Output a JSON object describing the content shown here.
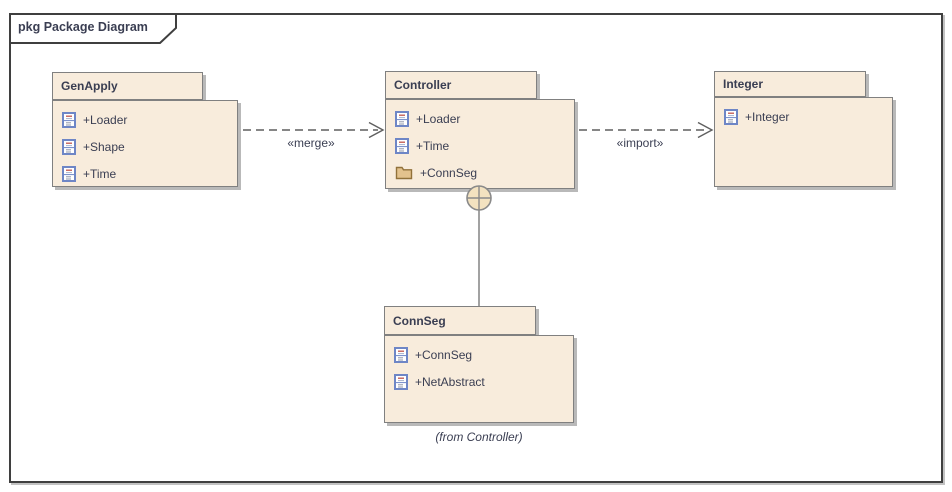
{
  "frame": {
    "label": "pkg Package Diagram"
  },
  "packages": {
    "genapply": {
      "name": "GenApply",
      "items": [
        {
          "icon": "class-icon",
          "label": "+Loader"
        },
        {
          "icon": "class-icon",
          "label": "+Shape"
        },
        {
          "icon": "class-icon",
          "label": "+Time"
        }
      ]
    },
    "controller": {
      "name": "Controller",
      "items": [
        {
          "icon": "class-icon",
          "label": "+Loader"
        },
        {
          "icon": "class-icon",
          "label": "+Time"
        },
        {
          "icon": "package-icon",
          "label": "+ConnSeg"
        }
      ]
    },
    "integer": {
      "name": "Integer",
      "items": [
        {
          "icon": "class-icon",
          "label": "+Integer"
        }
      ]
    },
    "connseg": {
      "name": "ConnSeg",
      "items": [
        {
          "icon": "class-icon",
          "label": "+ConnSeg"
        },
        {
          "icon": "class-icon",
          "label": "+NetAbstract"
        }
      ],
      "note": "(from Controller)"
    }
  },
  "connectors": {
    "merge": {
      "label": "«merge»",
      "style": "dashed-open-arrow"
    },
    "import": {
      "label": "«import»",
      "style": "dashed-open-arrow"
    },
    "containment": {
      "style": "solid-line-circle-plus"
    }
  },
  "colors": {
    "package_fill": "#f8ecdc",
    "package_border": "#808080",
    "shadow": "#b9b9b9",
    "frame_border": "#3f3f3f",
    "text": "#3a3e52",
    "connector": "#5f5f5f",
    "folder_fill": "#e3c28d",
    "folder_border": "#91713a",
    "class_icon_blue": "#6e86c6",
    "class_icon_red": "#c0544a",
    "containment_circle_fill": "#f3e2c0"
  }
}
